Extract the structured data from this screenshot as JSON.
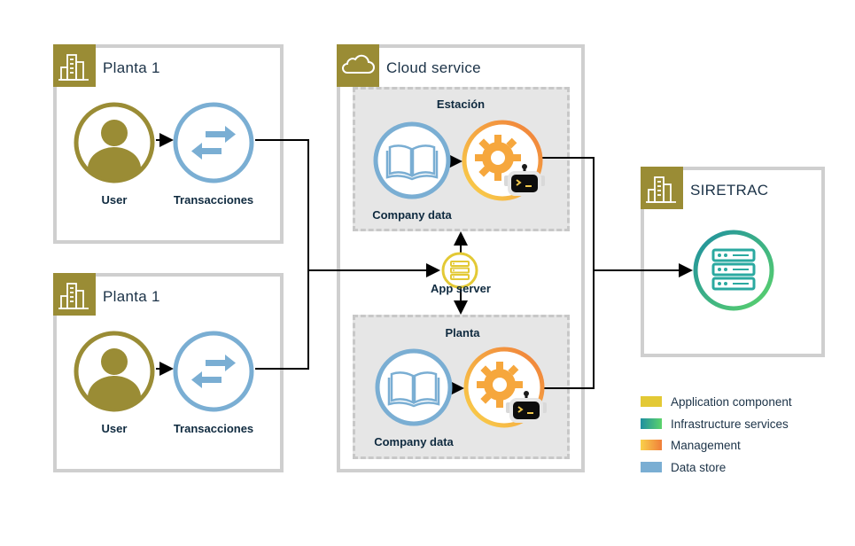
{
  "plants": [
    {
      "title": "Planta 1",
      "user_label": "User",
      "trans_label": "Transacciones"
    },
    {
      "title": "Planta 1",
      "user_label": "User",
      "trans_label": "Transacciones"
    }
  ],
  "cloud": {
    "title": "Cloud service",
    "top_box": {
      "title": "Estación",
      "data_label": "Company data"
    },
    "bottom_box": {
      "title": "Planta",
      "data_label": "Company data"
    },
    "app_server_label": "App server"
  },
  "siretrac": {
    "title": "SIRETRAC"
  },
  "legend": [
    {
      "label": "Application component",
      "color": "#e3c935"
    },
    {
      "label": "Infrastructure services",
      "color": "#2aa9a0"
    },
    {
      "label": "Management",
      "color": "#f59a35"
    },
    {
      "label": "Data store",
      "color": "#7aaed3"
    }
  ],
  "icons": {
    "building": "building-icon",
    "cloud": "cloud-icon",
    "user": "user-icon",
    "exchange": "exchange-arrows-icon",
    "book": "book-icon",
    "gear": "gear-icon",
    "robot": "robot-icon",
    "server": "server-icon",
    "database": "database-server-icon"
  },
  "colors": {
    "gold": "#9a8c35",
    "blue": "#7aaed3",
    "panel_border": "#cfcfcf"
  }
}
